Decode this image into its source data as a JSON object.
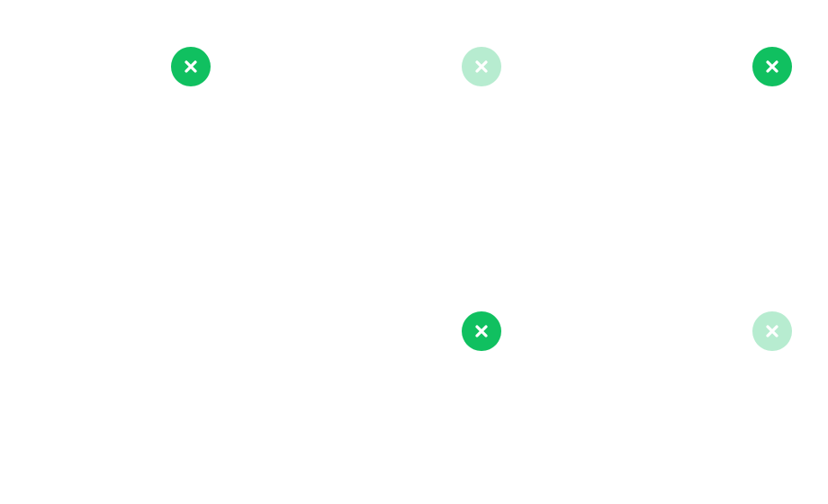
{
  "close_buttons": [
    {
      "state": "active",
      "icon": "close-icon",
      "color": "#10c060"
    },
    {
      "state": "disabled",
      "icon": "close-icon",
      "color": "#b7ecd0"
    },
    {
      "state": "active",
      "icon": "close-icon",
      "color": "#10c060"
    },
    {
      "state": "active",
      "icon": "close-icon",
      "color": "#10c060"
    },
    {
      "state": "disabled",
      "icon": "close-icon",
      "color": "#b7ecd0"
    }
  ],
  "icon_color": "#ffffff"
}
